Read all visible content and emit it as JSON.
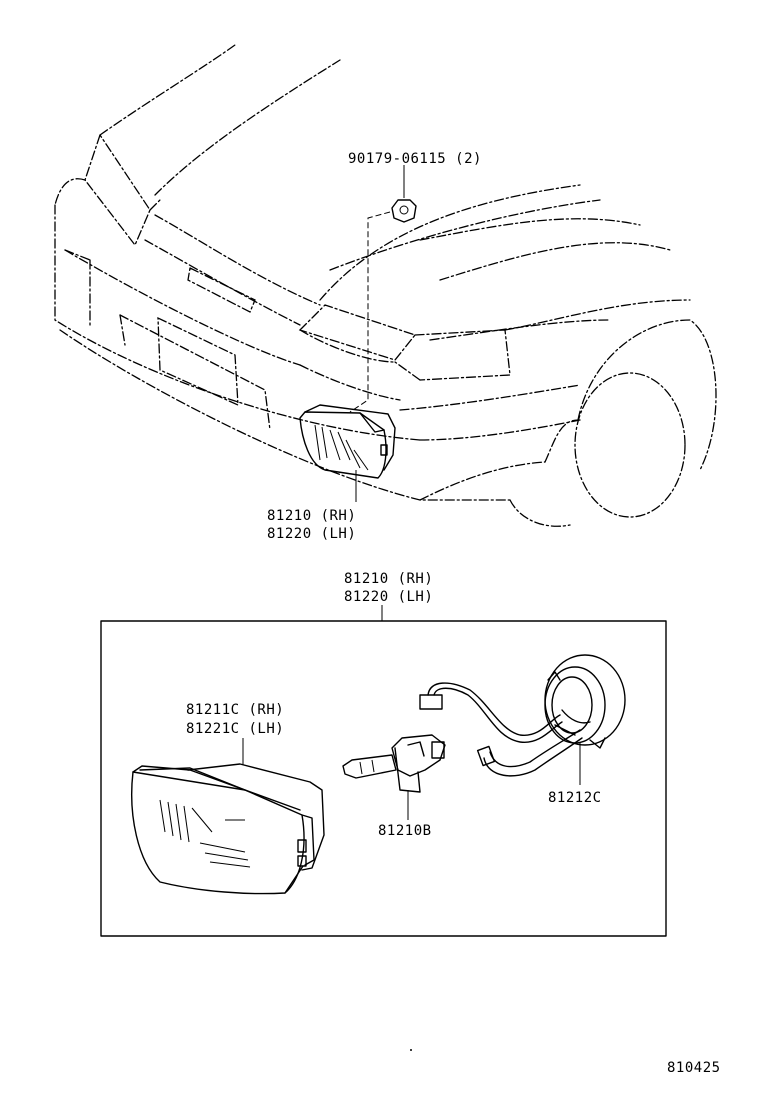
{
  "labels": {
    "clip_part": "90179-06115 (2)",
    "assy_top_rh": "81210 (RH)",
    "assy_top_lh": "81220 (LH)",
    "assy_box_rh": "81210 (RH)",
    "assy_box_lh": "81220 (LH)",
    "lens_rh": "81211C (RH)",
    "lens_lh": "81221C (LH)",
    "bulb": "81210B",
    "socket": "81212C",
    "diagram_no": "810425"
  }
}
